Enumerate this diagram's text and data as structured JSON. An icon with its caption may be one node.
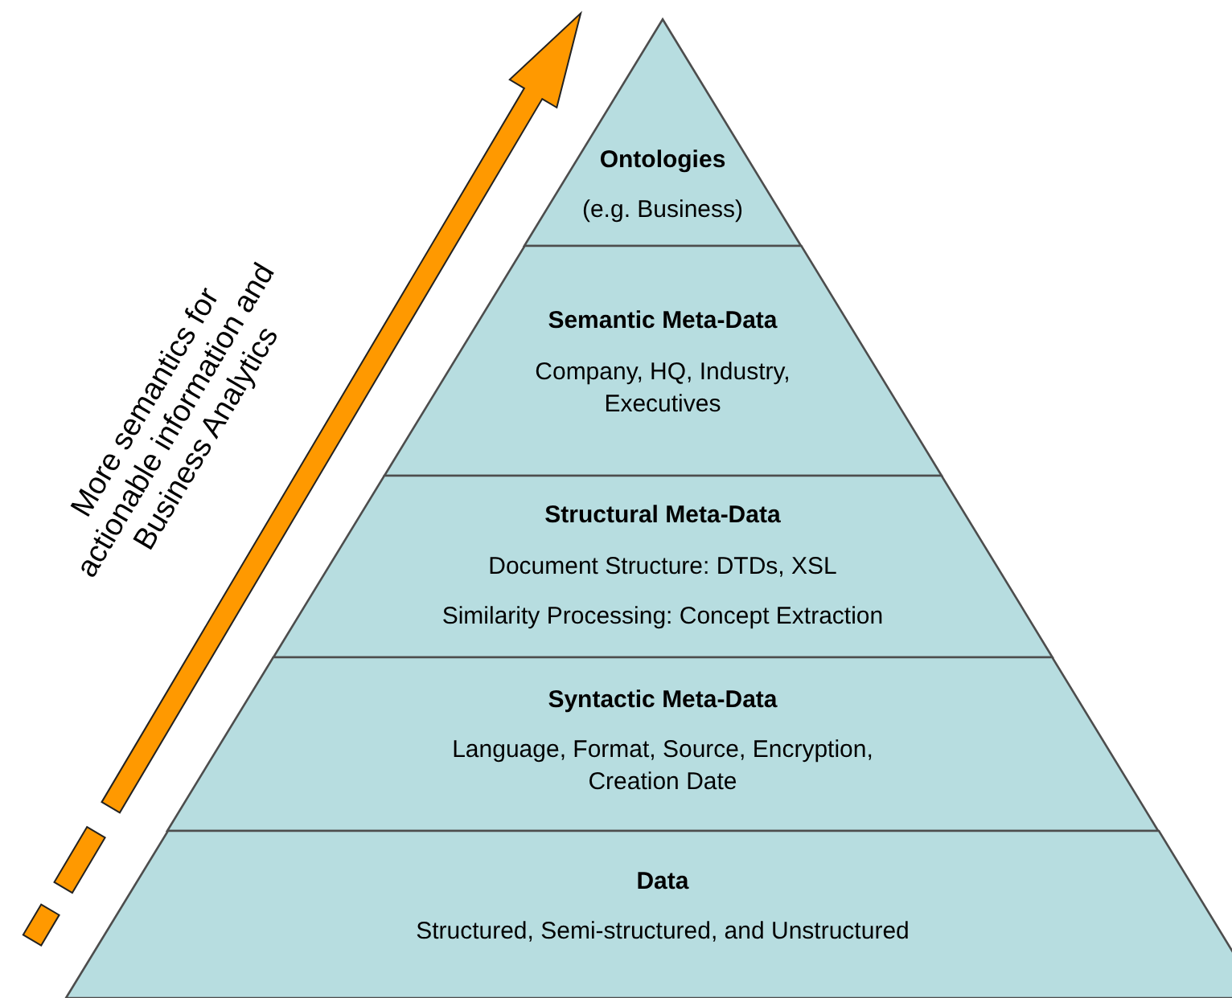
{
  "diagram": {
    "nodes": [
      {
        "text": [
          "Ontologies",
          "(e.g. Business)"
        ]
      },
      {
        "text": [
          "Semantic Meta-Data",
          "Company, HQ, Industry, Executives"
        ]
      },
      {
        "text": [
          "Structural Meta-Data",
          "Document Structure: DTDs, XSL",
          "Similarity Processing: Concept Extraction"
        ]
      },
      {
        "text": [
          "Syntactic Meta-Data",
          "Language, Format, Source, Encryption, Creation Date"
        ]
      },
      {
        "text": [
          "Data",
          "Structured, Semi-structured, and Unstructured"
        ]
      }
    ],
    "labels": [
      "More semantics for actionable information and Business Analytics"
    ]
  }
}
